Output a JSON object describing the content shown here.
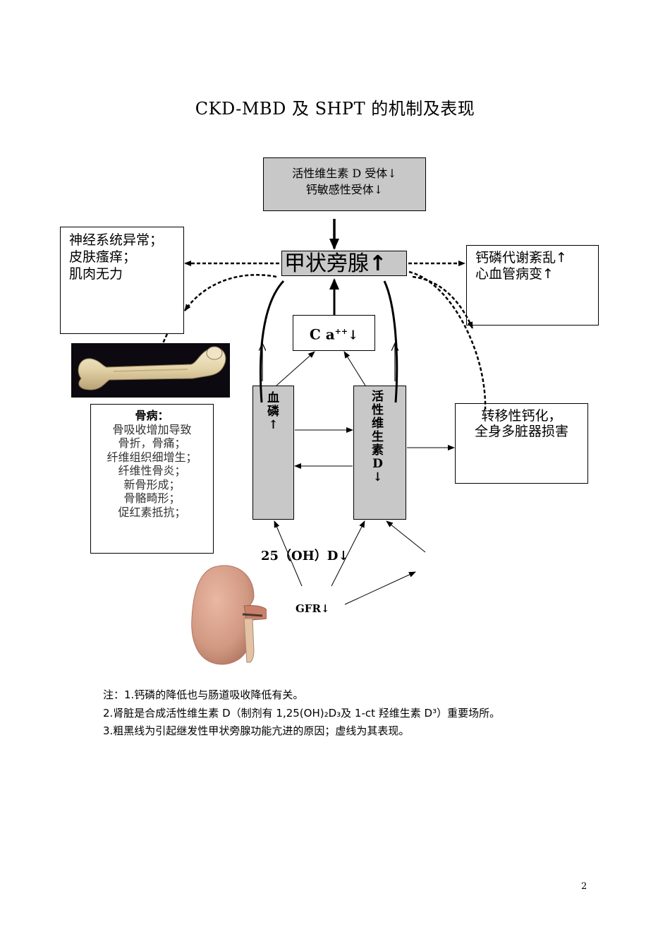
{
  "title": "CKD-MBD 及 SHPT 的机制及表现",
  "receptor_box": {
    "line1": "活性维生素 D 受体↓",
    "line2": "钙敏感性受体↓"
  },
  "parathyroid": {
    "label": "甲状旁腺",
    "arrow": "↑"
  },
  "neuro_box": {
    "lines": [
      "神经系统异常；",
      "皮肤瘙痒；",
      "肌肉无力"
    ]
  },
  "ca_p_box": {
    "lines": [
      "钙磷代谢紊乱↑",
      "心血管病变↑"
    ]
  },
  "calcium_box": {
    "label": "C a",
    "superscript": "++",
    "arrow": "↓"
  },
  "phosphorus_box": {
    "chars": [
      "血",
      "磷",
      "↑"
    ]
  },
  "vitd_box": {
    "chars": [
      "活",
      "性",
      "维",
      "生",
      "素",
      "D",
      "↓"
    ]
  },
  "bone_box": {
    "heading": "骨病：",
    "lines": [
      "骨吸收增加导致",
      "骨折，骨痛；",
      "纤维组织细增生；",
      "纤维性骨炎；",
      "新骨形成；",
      "骨骼畸形；",
      "促红素抵抗；"
    ]
  },
  "calcification_box": {
    "lines": [
      "转移性钙化，",
      "全身多脏器损害"
    ]
  },
  "hydroxy_label": "25（OH）D↓",
  "gfr_label": "GFR↓",
  "notes": [
    "注：1.钙磷的降低也与肠道吸收降低有关。",
    "2.肾脏是合成活性维生素 D（制剂有 1,25(OH)₂D₃及 1-ct 羟维生素 D³）重要场所。",
    "3.粗黑线为引起继发性甲状旁腺功能亢进的原因；虚线为其表现。"
  ],
  "page_number": "2",
  "images": {
    "bone": "femur-bone-photo",
    "kidney": "kidney-photo"
  }
}
